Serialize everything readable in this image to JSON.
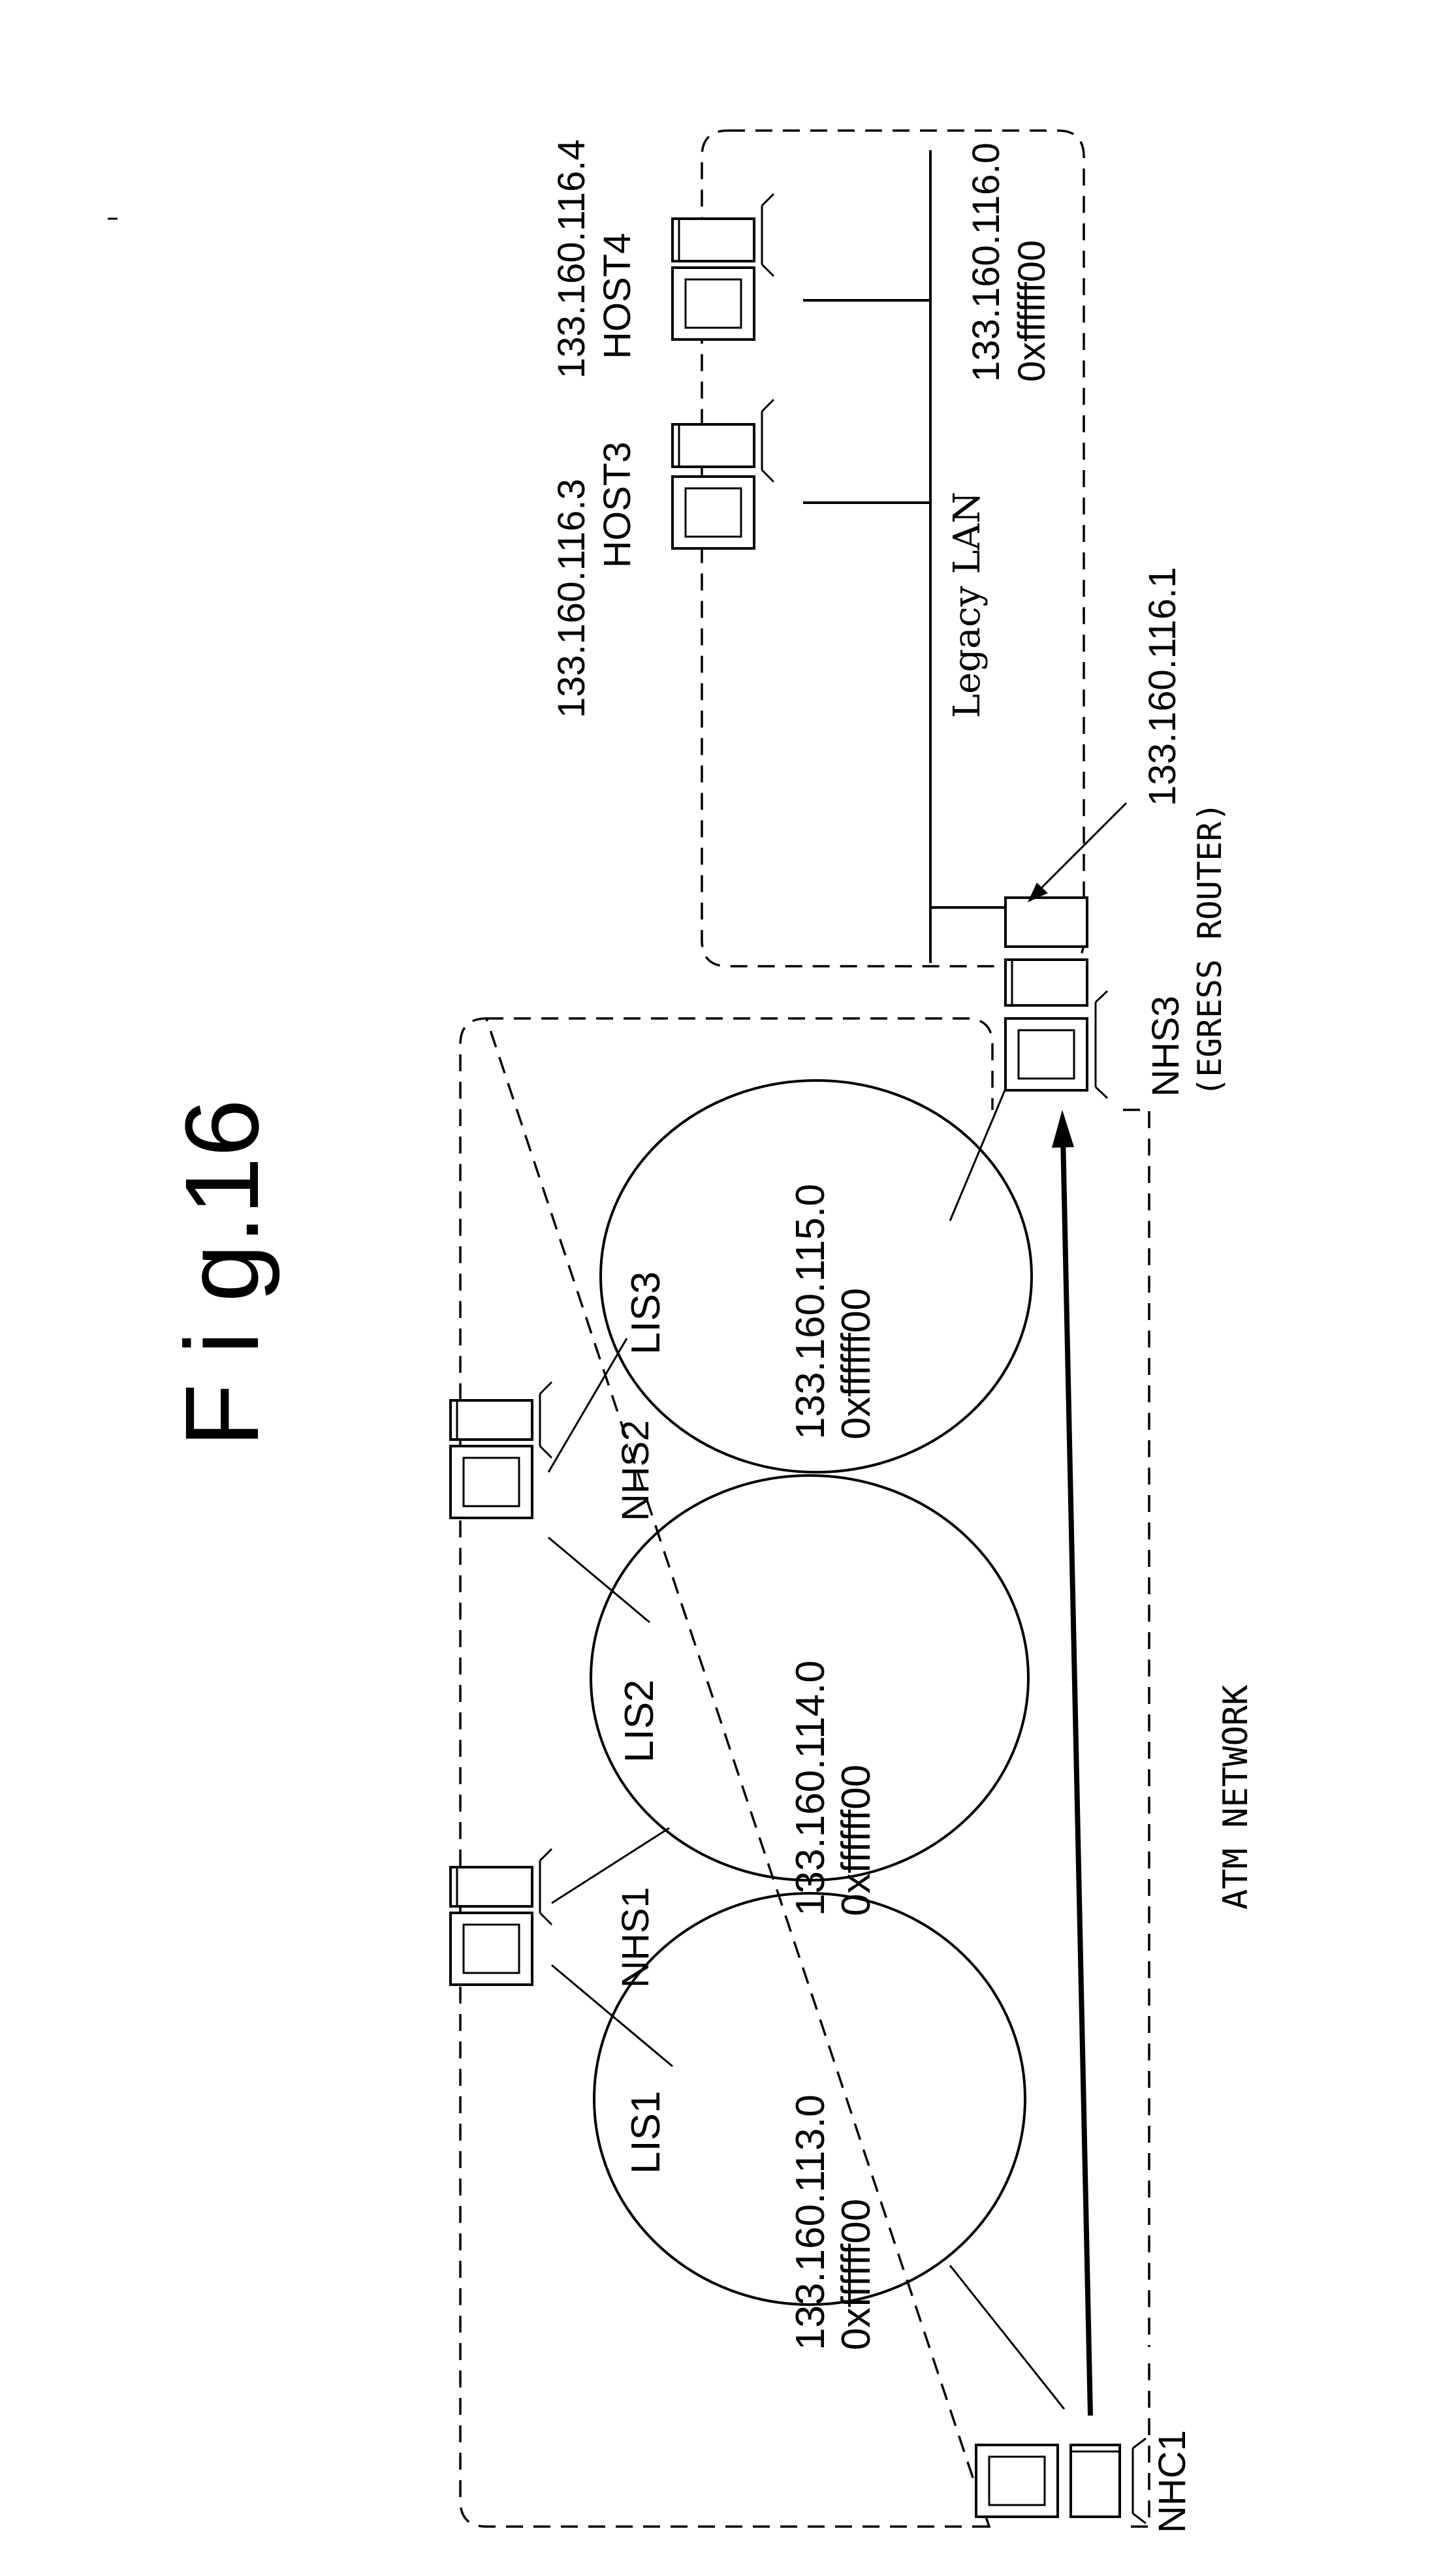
{
  "figure": {
    "title": "F i g.16"
  },
  "atm_network": {
    "label": "ATM NETWORK"
  },
  "legacy_lan": {
    "label": "Legacy LAN",
    "network": "133.160.116.0",
    "mask": "0xffffff00"
  },
  "lis": [
    {
      "name": "LIS1",
      "network": "133.160.113.0",
      "mask": "0xffffff00"
    },
    {
      "name": "LIS2",
      "network": "133.160.114.0",
      "mask": "0xffffff00"
    },
    {
      "name": "LIS3",
      "network": "133.160.115.0",
      "mask": "0xffffff00"
    }
  ],
  "devices": {
    "nhc1": {
      "label": "NHC1"
    },
    "nhs1": {
      "label": "NHS1"
    },
    "nhs2": {
      "label": "NHS2"
    },
    "nhs3": {
      "label": "NHS3",
      "role": "(EGRESS ROUTER)",
      "lan_address": "133.160.116.1"
    },
    "host3": {
      "label": "HOST3",
      "address": "133.160.116.3"
    },
    "host4": {
      "label": "HOST4",
      "address": "133.160.116.4"
    }
  }
}
